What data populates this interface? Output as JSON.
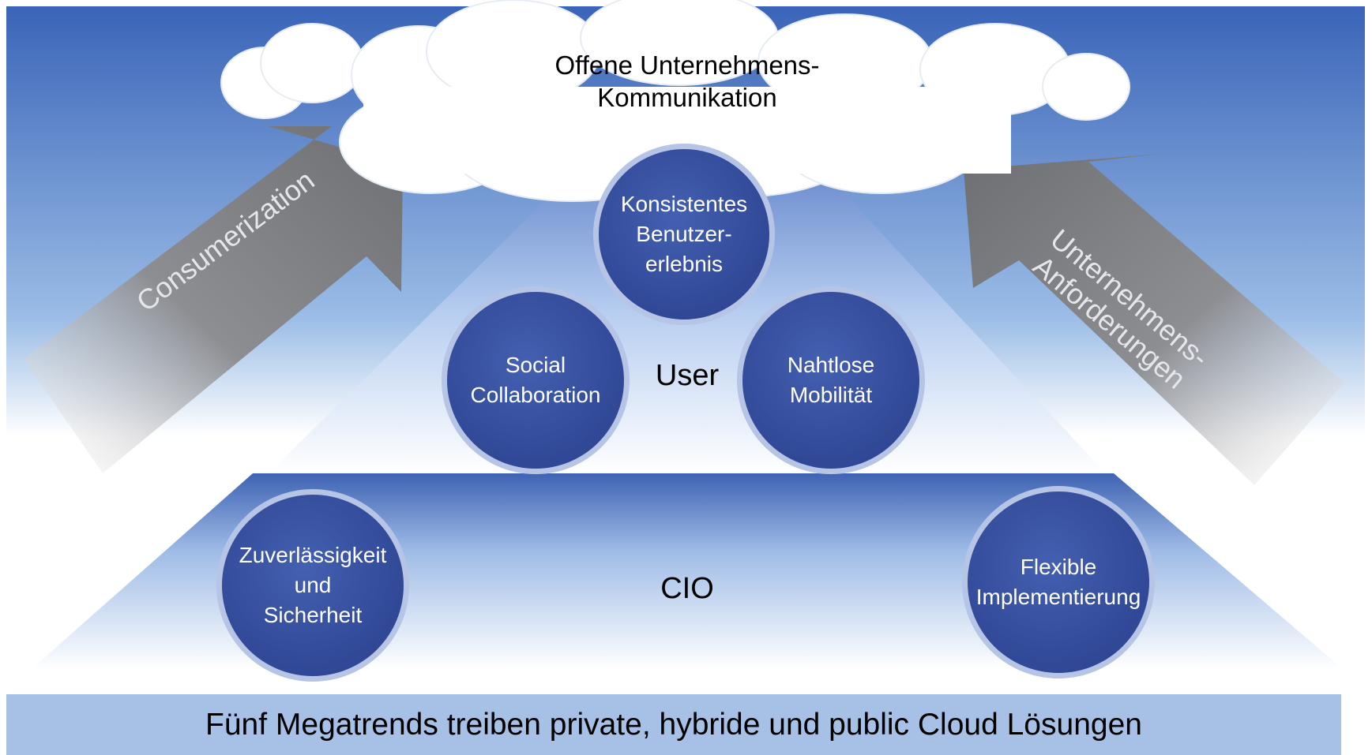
{
  "cloud_title": {
    "line1": "Offene Unternehmens-",
    "line2": "Kommunikation"
  },
  "arrows": {
    "left": "Consumerization",
    "right_line1": "Unternehmens-",
    "right_line2": "Anforderungen"
  },
  "layers": {
    "user": "User",
    "cio": "CIO"
  },
  "circles": {
    "konsistentes": "Konsistentes\nBenutzer-\nerlebnis",
    "social": "Social\nCollaboration",
    "nahtlose": "Nahtlose\nMobilität",
    "zuverlaessigkeit": "Zuverlässigkeit\nund\nSicherheit",
    "flexible": "Flexible\nImplementierung"
  },
  "banner": "Fünf Megatrends treiben private, hybride und public Cloud Lösungen",
  "colors": {
    "sky_top": "#3a64b8",
    "circle": "#3a53a4",
    "arrow": "#6e6f73",
    "banner": "#a7c0e6"
  }
}
